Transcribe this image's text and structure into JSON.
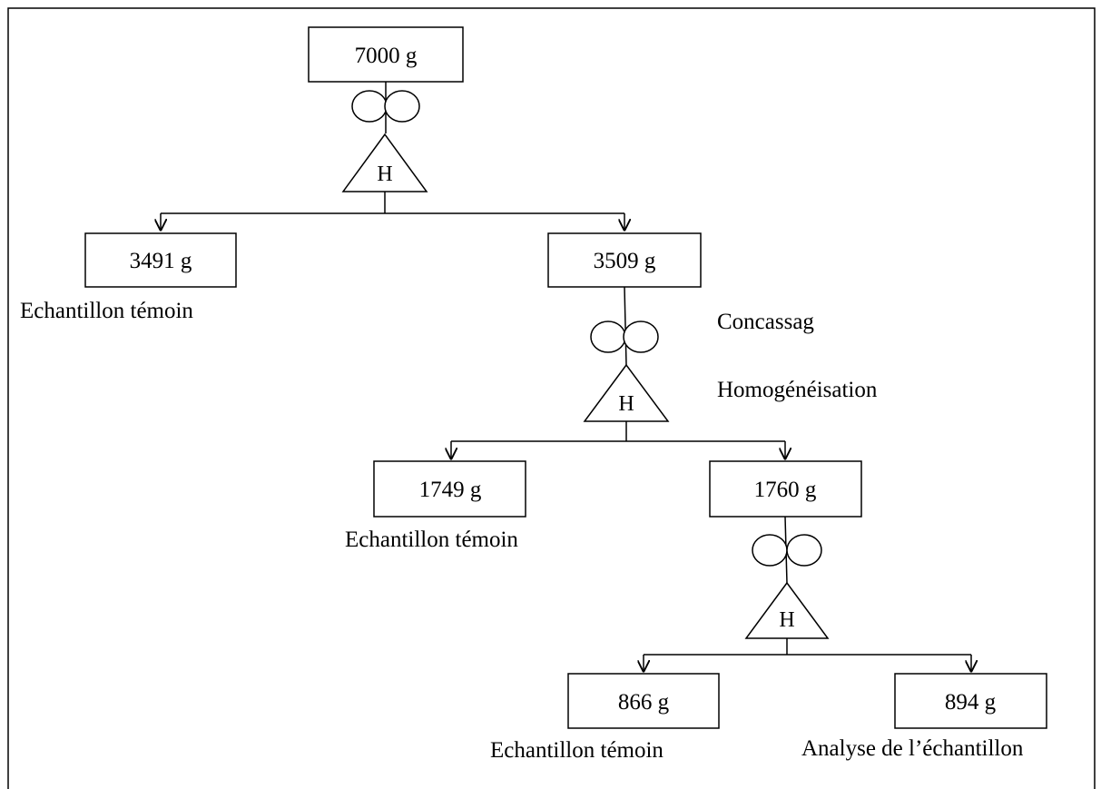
{
  "diagram": {
    "masses": {
      "root": "7000 g",
      "n1_left": "3491 g",
      "n1_right": "3509 g",
      "n2_left": "1749 g",
      "n2_right": "1760 g",
      "n3_left": "866 g",
      "n3_right": "894 g"
    },
    "symbols": {
      "homogenization_letter": "H"
    },
    "captions": {
      "n1_left": "Echantillon témoin",
      "n2_left": "Echantillon témoin",
      "n3_left": "Echantillon témoin",
      "n3_right": "Analyse de l’échantillon"
    },
    "legend": {
      "crushing": "Concassag",
      "homogenization": "Homogénéisation"
    }
  }
}
